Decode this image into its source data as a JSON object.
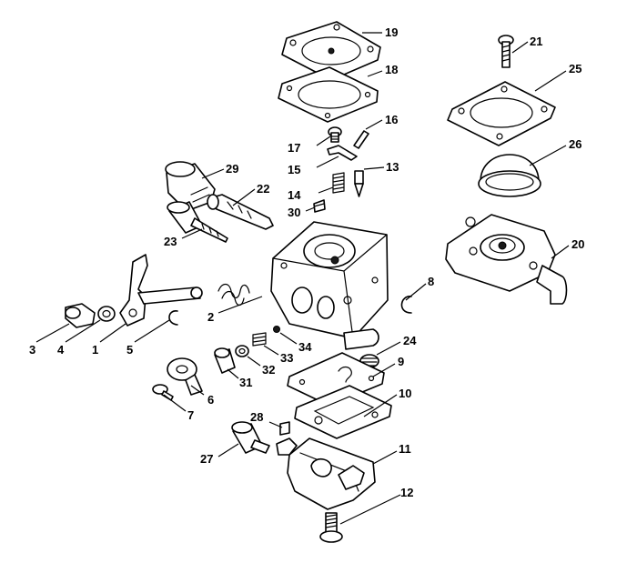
{
  "diagram": {
    "callouts": [
      {
        "id": "p19",
        "label": "19"
      },
      {
        "id": "p18",
        "label": "18"
      },
      {
        "id": "p21",
        "label": "21"
      },
      {
        "id": "p25",
        "label": "25"
      },
      {
        "id": "p16",
        "label": "16"
      },
      {
        "id": "p17",
        "label": "17"
      },
      {
        "id": "p15",
        "label": "15"
      },
      {
        "id": "p13",
        "label": "13"
      },
      {
        "id": "p14",
        "label": "14"
      },
      {
        "id": "p30",
        "label": "30"
      },
      {
        "id": "p26",
        "label": "26"
      },
      {
        "id": "p29",
        "label": "29"
      },
      {
        "id": "p22",
        "label": "22"
      },
      {
        "id": "p23",
        "label": "23"
      },
      {
        "id": "p20",
        "label": "20"
      },
      {
        "id": "p8",
        "label": "8"
      },
      {
        "id": "p2",
        "label": "2"
      },
      {
        "id": "p3",
        "label": "3"
      },
      {
        "id": "p4",
        "label": "4"
      },
      {
        "id": "p1",
        "label": "1"
      },
      {
        "id": "p5",
        "label": "5"
      },
      {
        "id": "p34",
        "label": "34"
      },
      {
        "id": "p33",
        "label": "33"
      },
      {
        "id": "p24",
        "label": "24"
      },
      {
        "id": "p32",
        "label": "32"
      },
      {
        "id": "p9",
        "label": "9"
      },
      {
        "id": "p31",
        "label": "31"
      },
      {
        "id": "p6",
        "label": "6"
      },
      {
        "id": "p10",
        "label": "10"
      },
      {
        "id": "p7",
        "label": "7"
      },
      {
        "id": "p28",
        "label": "28"
      },
      {
        "id": "p11",
        "label": "11"
      },
      {
        "id": "p27",
        "label": "27"
      },
      {
        "id": "p12",
        "label": "12"
      }
    ]
  }
}
